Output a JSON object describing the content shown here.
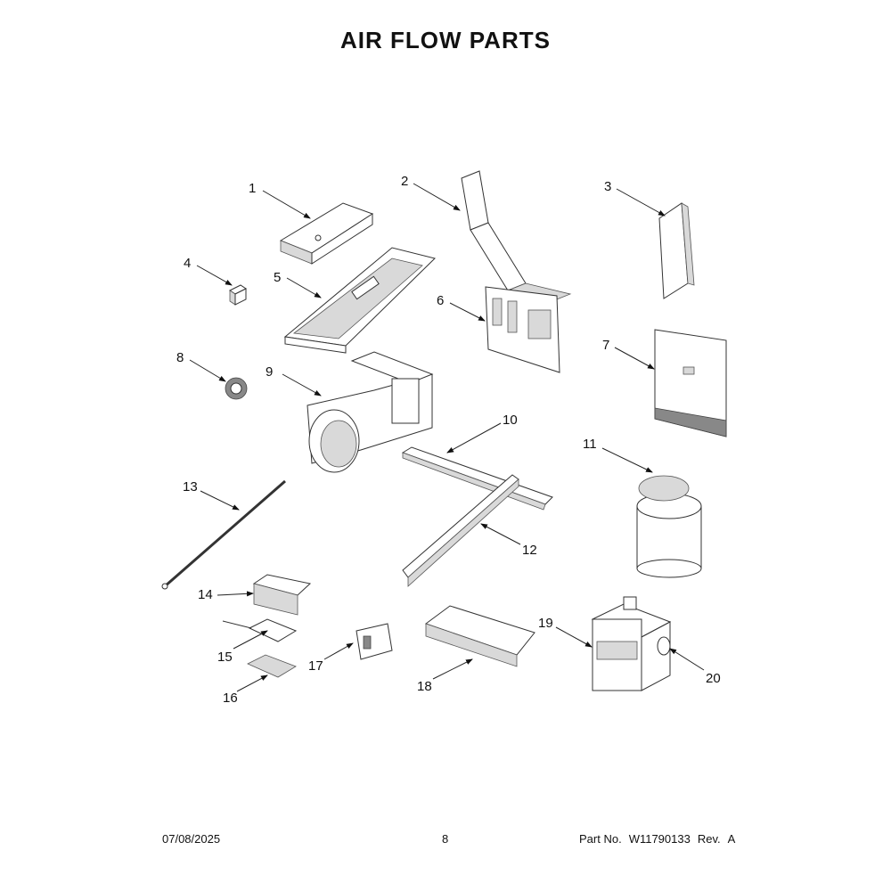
{
  "title": "AIR FLOW PARTS",
  "callouts": [
    "1",
    "2",
    "3",
    "4",
    "5",
    "6",
    "7",
    "8",
    "9",
    "10",
    "11",
    "12",
    "13",
    "14",
    "15",
    "16",
    "17",
    "18",
    "19",
    "20"
  ],
  "footer": {
    "date": "07/08/2025",
    "page": "8",
    "part_label": "Part No.",
    "part_number": "W11790133",
    "rev_label": "Rev.",
    "rev": "A"
  }
}
